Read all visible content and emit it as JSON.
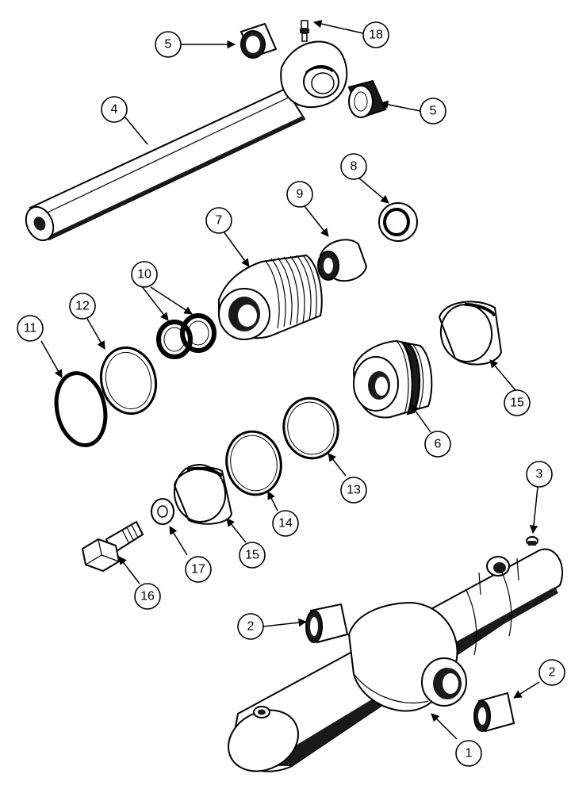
{
  "diagram": {
    "colors": {
      "ink": "#000000",
      "paper": "#ffffff",
      "shade": "#1a1a1a",
      "light": "#ffffff"
    },
    "callouts": {
      "c1": "1",
      "c2a": "2",
      "c2b": "2",
      "c3": "3",
      "c4": "4",
      "c5a": "5",
      "c5b": "5",
      "c6": "6",
      "c7": "7",
      "c8": "8",
      "c9": "9",
      "c10": "10",
      "c11": "11",
      "c12": "12",
      "c13": "13",
      "c14": "14",
      "c15a": "15",
      "c15b": "15",
      "c16": "16",
      "c17": "17",
      "c18": "18"
    }
  }
}
